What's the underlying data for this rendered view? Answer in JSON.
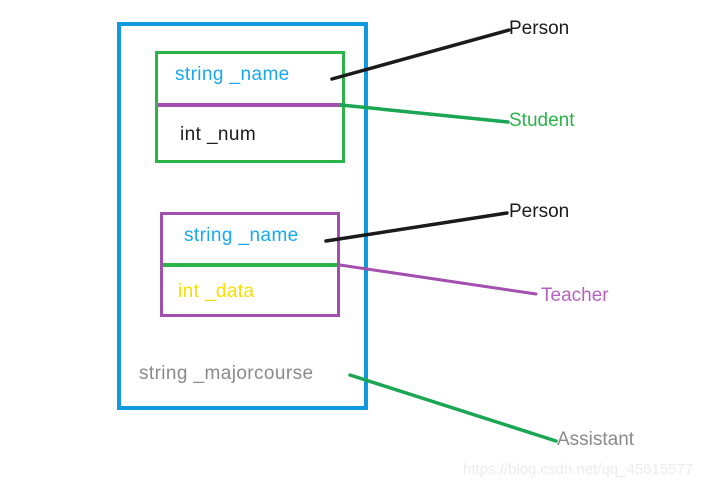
{
  "diagram": {
    "title_watermark": "https://blog.csdn.net/qq_45615577",
    "colors": {
      "outer_border": "#0f9ae0",
      "student_border": "#2cb34a",
      "teacher_border": "#a34fb0",
      "string_type_text": "#18a8f1",
      "int_num_text": "#1b1b1b",
      "int_data_text": "#f4e004",
      "majorcourse_text": "#8a8a8a",
      "person_label": "#1b1b1b",
      "student_label": "#2cb34a",
      "teacher_label": "#b563c0",
      "assistant_label": "#8a8a8a",
      "student_divider": "#a34fb0",
      "teacher_divider": "#2cb34a"
    },
    "outer_box": {
      "name": "assistant-container",
      "own_field": "string  _majorcourse"
    },
    "student_box": {
      "name": "student-class-box",
      "inherited_field": "string _name",
      "own_field": "int  _num"
    },
    "teacher_box": {
      "name": "teacher-class-box",
      "inherited_field": "string _name",
      "own_field": "int  _data"
    },
    "annotations": [
      {
        "id": "person-1",
        "label": "Person",
        "leader_color": "#1b1b1b"
      },
      {
        "id": "student",
        "label": "Student",
        "leader_color": "#2cb34a"
      },
      {
        "id": "person-2",
        "label": "Person",
        "leader_color": "#1b1b1b"
      },
      {
        "id": "teacher",
        "label": "Teacher",
        "leader_color": "#a34fb0"
      },
      {
        "id": "assistant",
        "label": "Assistant",
        "leader_color": "#1aa652"
      }
    ]
  }
}
